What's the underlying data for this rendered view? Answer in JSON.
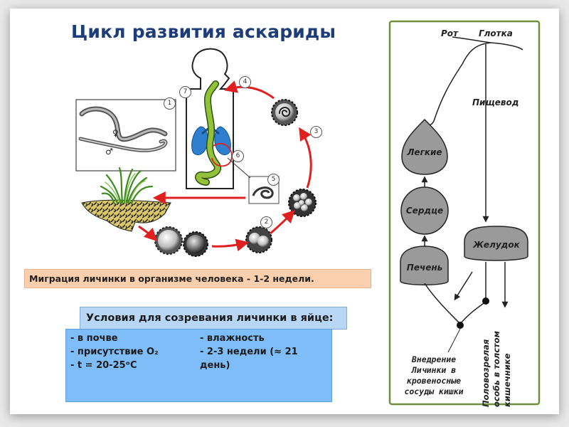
{
  "title": "Цикл развития аскариды",
  "migration_text": "Миграция личинки в организме человека - 1-2 недели.",
  "conditions": {
    "title": "Условия для созревания личинки в яйце:",
    "col1": [
      "- в почве",
      "- присутствие О₂",
      "- t = 20-25ᵒС"
    ],
    "col2": [
      "- влажность",
      "- 2-3 недели (≈ 21",
      "день)"
    ]
  },
  "cycle_markers": [
    "1",
    "2",
    "3",
    "4",
    "5",
    "6",
    "7"
  ],
  "symbols": {
    "female": "♀",
    "male": "♂"
  },
  "route_diagram": {
    "mouth": "Рот",
    "pharynx": "Глотка",
    "esophagus": "Пищевод",
    "lungs": "Легкие",
    "heart": "Сердце",
    "liver": "Печень",
    "stomach": "Желудок",
    "invasion": [
      "Внедрение",
      "Личинки в",
      "кровеносные",
      "сосуды кишки"
    ],
    "adult": [
      "Половозрелая",
      "особь в толстом",
      "кишечнике"
    ]
  },
  "colors": {
    "title": "#1d3d7a",
    "arrow": "#e02020",
    "migration_bg": "#f9cfad",
    "conditions_bg": "#7fbdf9",
    "route_border": "#6f8f3a"
  }
}
